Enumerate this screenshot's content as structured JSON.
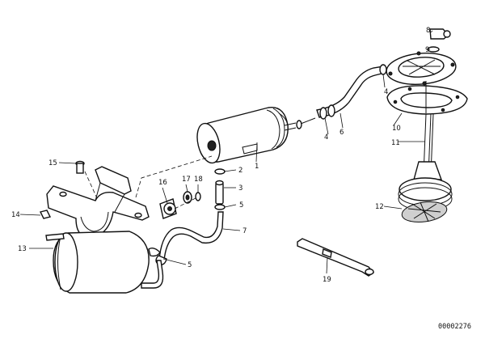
{
  "diagram": {
    "callouts": [
      {
        "id": "c1",
        "label": "1"
      },
      {
        "id": "c2",
        "label": "2"
      },
      {
        "id": "c3",
        "label": "3"
      },
      {
        "id": "c4a",
        "label": "4"
      },
      {
        "id": "c4b",
        "label": "4"
      },
      {
        "id": "c5a",
        "label": "5"
      },
      {
        "id": "c5b",
        "label": "5"
      },
      {
        "id": "c6",
        "label": "6"
      },
      {
        "id": "c7",
        "label": "7"
      },
      {
        "id": "c8",
        "label": "8"
      },
      {
        "id": "c9",
        "label": "9"
      },
      {
        "id": "c10",
        "label": "10"
      },
      {
        "id": "c11",
        "label": "11"
      },
      {
        "id": "c12",
        "label": "12"
      },
      {
        "id": "c13",
        "label": "13"
      },
      {
        "id": "c14",
        "label": "14"
      },
      {
        "id": "c15",
        "label": "15"
      },
      {
        "id": "c16",
        "label": "16"
      },
      {
        "id": "c17",
        "label": "17"
      },
      {
        "id": "c18",
        "label": "18"
      },
      {
        "id": "c19",
        "label": "19"
      }
    ],
    "document_number": "00002276"
  }
}
